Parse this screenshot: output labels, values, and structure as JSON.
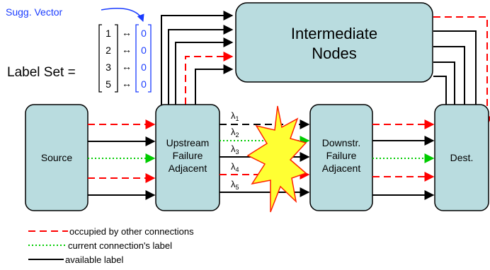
{
  "title_vector": "Sugg. Vector",
  "label_set": {
    "label": "Label Set =",
    "left": [
      "1",
      "2",
      "3",
      "5"
    ],
    "right": [
      "0",
      "0",
      "0",
      "0"
    ],
    "arrow": "↔"
  },
  "nodes": {
    "intermediate": [
      "Intermediate",
      "Nodes"
    ],
    "source": "Source",
    "upstream": [
      "Upstream",
      "Failure",
      "Adjacent"
    ],
    "downstream": [
      "Downstr.",
      "Failure",
      "Adjacent"
    ],
    "dest": "Dest."
  },
  "wavelengths": [
    {
      "sym": "λ",
      "sub": "1"
    },
    {
      "sym": "λ",
      "sub": "2"
    },
    {
      "sym": "λ",
      "sub": "3"
    },
    {
      "sym": "λ",
      "sub": "4"
    },
    {
      "sym": "λ",
      "sub": "5"
    }
  ],
  "legend": [
    {
      "label": "occupied by other connections",
      "style": "red-dashed"
    },
    {
      "label": "current connection's label",
      "style": "green-dotted"
    },
    {
      "label": "available label",
      "style": "black-solid"
    }
  ],
  "colors": {
    "node_fill": "#b9dcdf",
    "occupied": "#ff0000",
    "current": "#00cc00",
    "available": "#000000",
    "vector": "#1a3cff",
    "burst_fill": "#ffff33",
    "burst_stroke": "#ff2200"
  }
}
